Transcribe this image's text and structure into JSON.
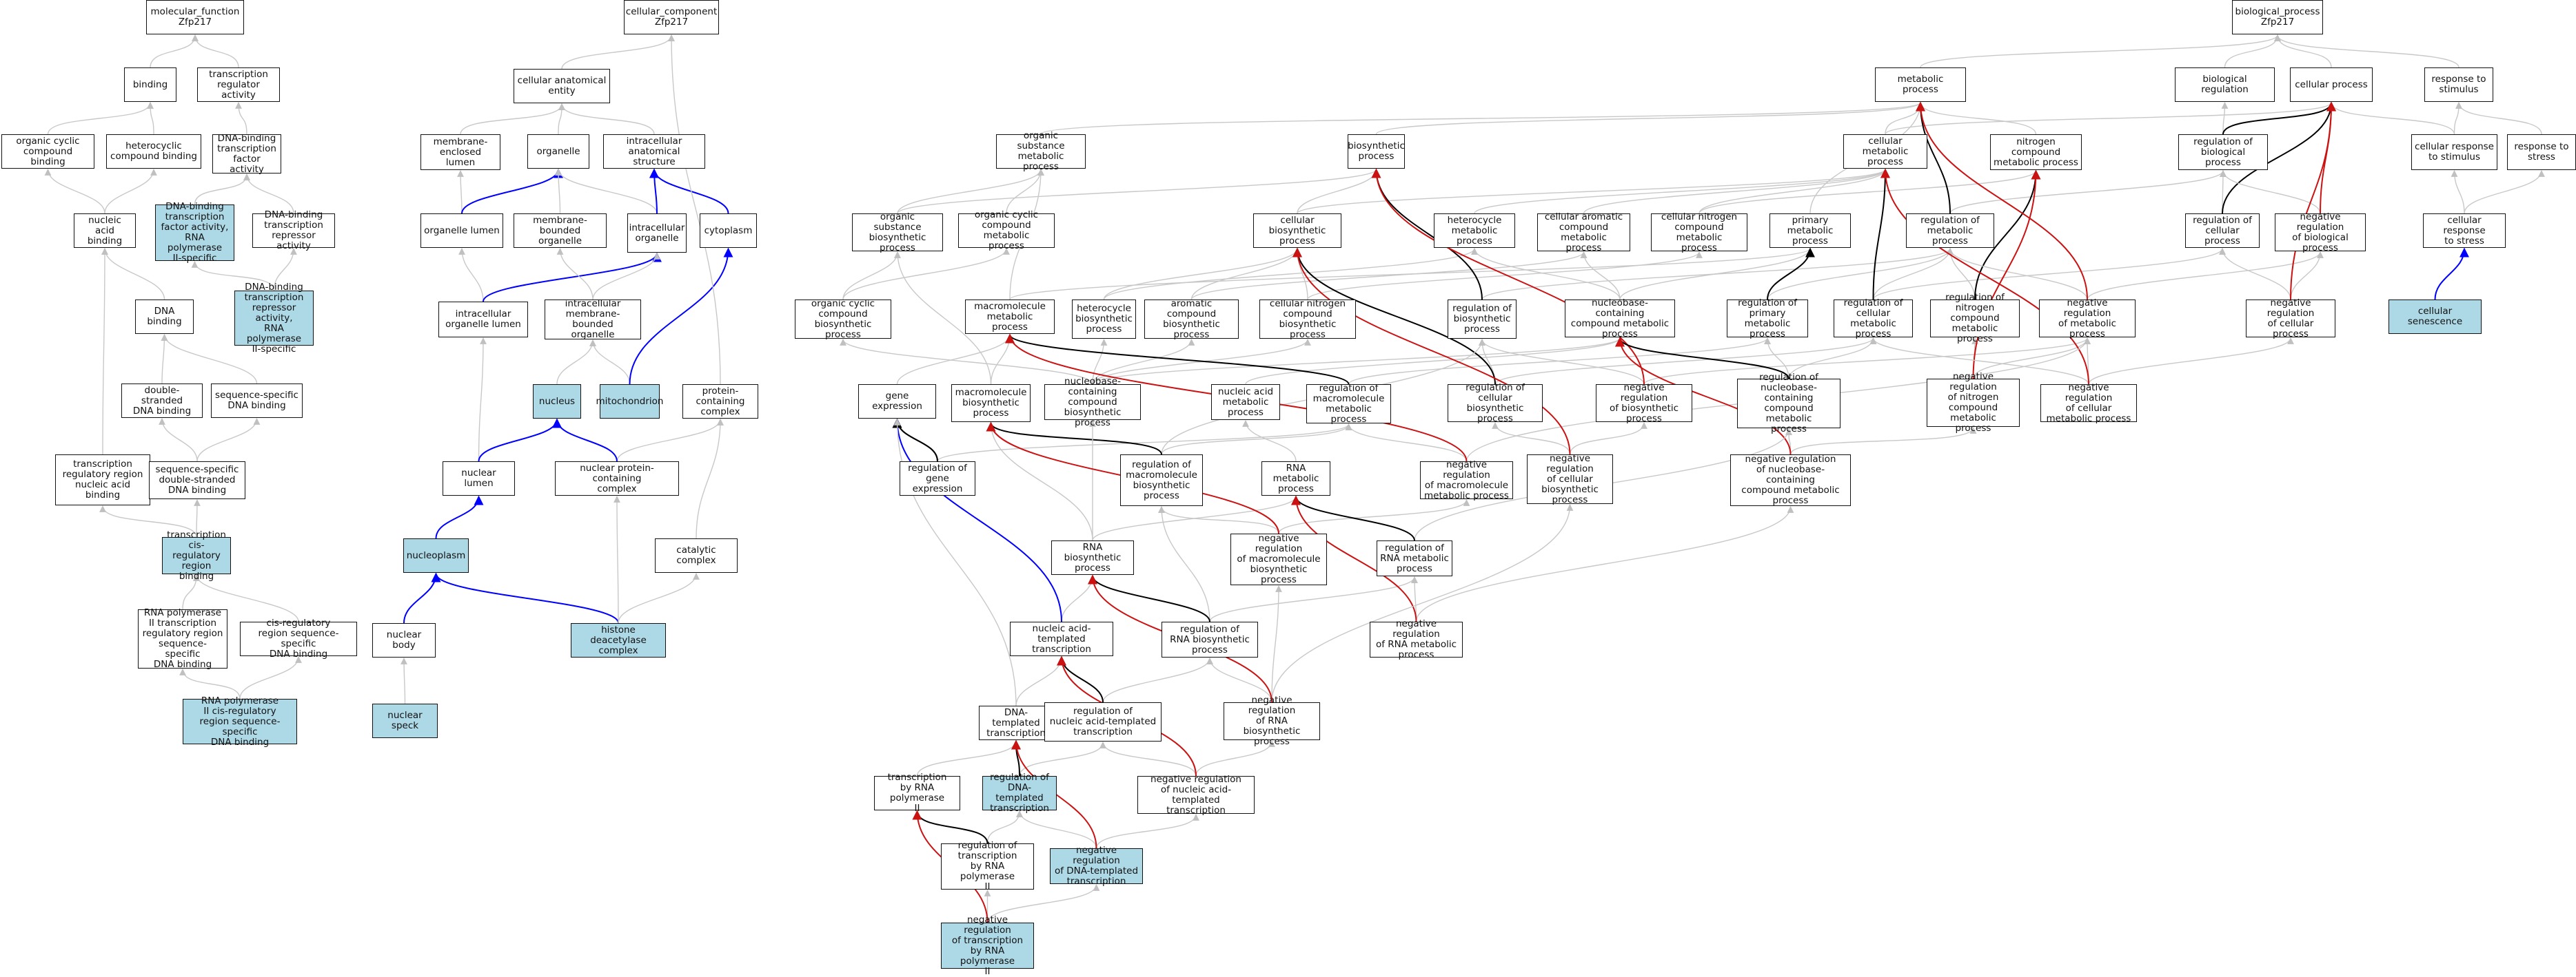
{
  "diagram": {
    "title": "",
    "colors": {
      "is_a": "#c8c8c8",
      "part_of": "#0000ff",
      "regulates": "#000000",
      "negatively_regulates": "#cc1111",
      "highlight_fill": "#add8e6"
    },
    "nodes": {
      "mf_root": "molecular_function\nZfp217",
      "binding": "binding",
      "tr_act": "transcription\nregulator activity",
      "oc_bind": "organic cyclic\ncompound binding",
      "hc_bind": "heterocyclic\ncompound binding",
      "dbtfa": "DNA-binding\ntranscription\nfactor activity",
      "dbtfa_p2": "DNA-binding\ntranscription\nfactor activity,\nRNA polymerase\nII-specific",
      "dbtra": "DNA-binding\ntranscription\nrepressor activity",
      "dbtra_p2": "DNA-binding\ntranscription\nrepressor activity,\nRNA polymerase\nII-specific",
      "na_bind": "nucleic acid\nbinding",
      "dna_bind": "DNA binding",
      "ds_dna": "double-stranded\nDNA binding",
      "ss_dna": "sequence-specific\nDNA binding",
      "trr_na": "transcription\nregulatory region\nnucleic acid\nbinding",
      "ssds_dna": "sequence-specific\ndouble-stranded\nDNA binding",
      "tcrr": "transcription\ncis-regulatory\nregion binding",
      "rp2_trr": "RNA polymerase\nII transcription\nregulatory region\nsequence-specific\nDNA binding",
      "crss": "cis-regulatory\nregion sequence-specific\nDNA binding",
      "rp2_cr": "RNA polymerase\nII cis-regulatory\nregion sequence-specific\nDNA binding",
      "cc_root": "cellular_component\nZfp217",
      "cae": "cellular anatomical\nentity",
      "me_lumen": "membrane-enclosed\nlumen",
      "organelle": "organelle",
      "ias": "intracellular\nanatomical structure",
      "org_lumen": "organelle lumen",
      "mb_org": "membrane-bounded\norganelle",
      "ic_org": "intracellular\norganelle",
      "cytoplasm": "cytoplasm",
      "ic_org_lumen": "intracellular\norganelle lumen",
      "icmb_org": "intracellular\nmembrane-bounded\norganelle",
      "nucleus": "nucleus",
      "mito": "mitochondrion",
      "pcc": "protein-containing\ncomplex",
      "nuc_lumen": "nuclear lumen",
      "npcc": "nuclear protein-containing\ncomplex",
      "catc": "catalytic complex",
      "nucleoplasm": "nucleoplasm",
      "nuc_body": "nuclear body",
      "hdac": "histone deacetylase\ncomplex",
      "nuc_speck": "nuclear speck",
      "bp_root": "biological_process\nZfp217",
      "met_proc": "metabolic process",
      "bio_reg": "biological regulation",
      "cell_proc": "cellular process",
      "resp_stim": "response to\nstimulus",
      "osm": "organic substance\nmetabolic process",
      "biosyn": "biosynthetic\nprocess",
      "cmp": "cellular metabolic\nprocess",
      "ncmp": "nitrogen compound\nmetabolic process",
      "rbp": "regulation of\nbiological process",
      "crs": "cellular response\nto stimulus",
      "rts": "response to\nstress",
      "osb": "organic substance\nbiosynthetic\nprocess",
      "occm": "organic cyclic\ncompound metabolic\nprocess",
      "cbp": "cellular biosynthetic\nprocess",
      "hmp": "heterocycle\nmetabolic process",
      "cacm": "cellular aromatic\ncompound metabolic\nprocess",
      "cncm": "cellular nitrogen\ncompound metabolic\nprocess",
      "pmp": "primary metabolic\nprocess",
      "rmp": "regulation of\nmetabolic process",
      "rcp": "regulation of\ncellular process",
      "nrbp": "negative regulation\nof biological\nprocess",
      "crts": "cellular response\nto stress",
      "occb": "organic cyclic\ncompound biosynthetic\nprocess",
      "mmp": "macromolecule\nmetabolic process",
      "hbp": "heterocycle\nbiosynthetic\nprocess",
      "acbp": "aromatic compound\nbiosynthetic\nprocess",
      "cncb": "cellular nitrogen\ncompound biosynthetic\nprocess",
      "rbsp": "regulation of\nbiosynthetic\nprocess",
      "nbcmp": "nucleobase-containing\ncompound metabolic\nprocess",
      "rpmp": "regulation of\nprimary metabolic\nprocess",
      "rcmp": "regulation of\ncellular metabolic\nprocess",
      "rncmp": "regulation of\nnitrogen compound\nmetabolic process",
      "nrmp": "negative regulation\nof metabolic\nprocess",
      "nrcp": "negative regulation\nof cellular\nprocess",
      "csen": "cellular senescence",
      "gexp": "gene expression",
      "mbp": "macromolecule\nbiosynthetic\nprocess",
      "nbcb": "nucleobase-containing\ncompound biosynthetic\nprocess",
      "namp": "nucleic acid\nmetabolic process",
      "rmmp": "regulation of\nmacromolecule\nmetabolic process",
      "rcbp": "regulation of\ncellular biosynthetic\nprocess",
      "nrbsp": "negative regulation\nof biosynthetic\nprocess",
      "rnbcm": "regulation of\nnucleobase-containing\ncompound metabolic\nprocess",
      "nrncm": "negative regulation\nof nitrogen\ncompound metabolic\nprocess",
      "nrcmp": "negative regulation\nof cellular\nmetabolic process",
      "rge": "regulation of\ngene expression",
      "rmbp": "regulation of\nmacromolecule\nbiosynthetic\nprocess",
      "rnamp": "RNA metabolic\nprocess",
      "nrmmp": "negative regulation\nof macromolecule\nmetabolic process",
      "nrcbp": "negative regulation\nof cellular\nbiosynthetic\nprocess",
      "nrnbc": "negative regulation\nof nucleobase-containing\ncompound metabolic\nprocess",
      "rnabp": "RNA biosynthetic\nprocess",
      "nrmbp": "negative regulation\nof macromolecule\nbiosynthetic\nprocess",
      "rrnamp": "regulation of\nRNA metabolic\nprocess",
      "natt": "nucleic acid-templated\ntranscription",
      "rrnabp": "regulation of\nRNA biosynthetic\nprocess",
      "nrrnamp": "negative regulation\nof RNA metabolic\nprocess",
      "dtt": "DNA-templated\ntranscription",
      "rnatt": "regulation of\nnucleic acid-templated\ntranscription",
      "nrrnabp": "negative regulation\nof RNA biosynthetic\nprocess",
      "trp2": "transcription\nby RNA polymerase\nII",
      "rdtt": "regulation of\nDNA-templated\ntranscription",
      "nrnatt": "negative regulation\nof nucleic acid-templated\ntranscription",
      "rtrp2": "regulation of\ntranscription\nby RNA polymerase\nII",
      "nrdtt": "negative regulation\nof DNA-templated\ntranscription",
      "nrtrp2": "negative regulation\nof transcription\nby RNA polymerase\nII"
    }
  }
}
